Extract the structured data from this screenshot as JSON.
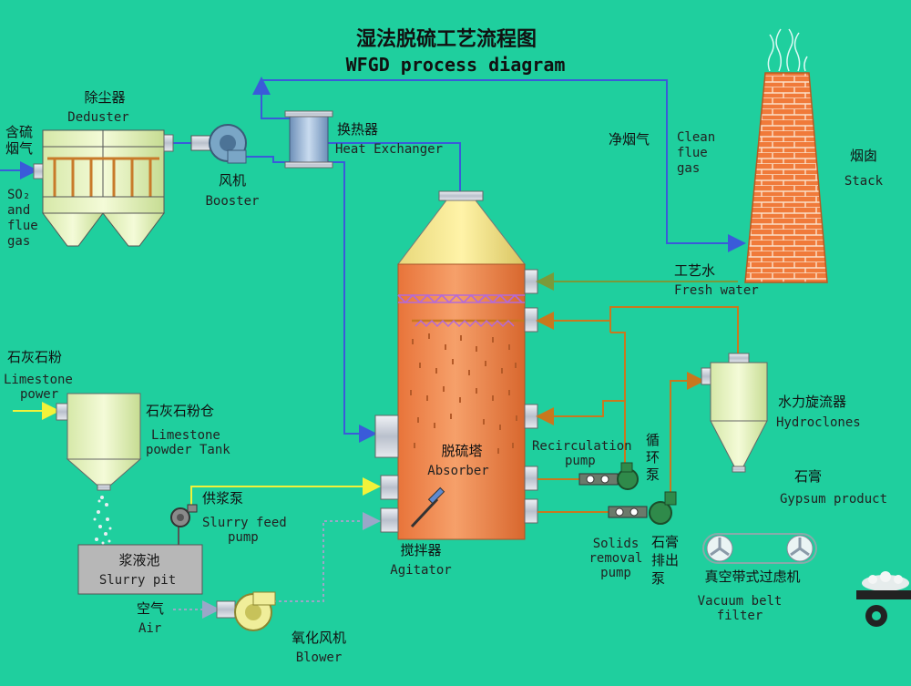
{
  "title": {
    "cn": "湿法脱硫工艺流程图",
    "en": "WFGD process diagram"
  },
  "labels": {
    "deduster_cn": "除尘器",
    "deduster_en": "Deduster",
    "flue_in_cn_1": "含硫",
    "flue_in_cn_2": "烟气",
    "flue_in_en_1": "SO₂",
    "flue_in_en_2": "and",
    "flue_in_en_3": "flue",
    "flue_in_en_4": "gas",
    "booster_cn": "风机",
    "booster_en": "Booster",
    "hx_cn": "换热器",
    "hx_en": "Heat Exchanger",
    "clean_cn": "净烟气",
    "clean_en_1": "Clean",
    "clean_en_2": "flue",
    "clean_en_3": "gas",
    "stack_cn": "烟囱",
    "stack_en": "Stack",
    "fresh_cn": "工艺水",
    "fresh_en": "Fresh water",
    "hydro_cn": "水力旋流器",
    "hydro_en": "Hydroclones",
    "gypsum_cn": "石膏",
    "gypsum_en": "Gypsum product",
    "recirc_en_1": "Recirculation",
    "recirc_en_2": "pump",
    "recirc_cn_1": "循",
    "recirc_cn_2": "环",
    "recirc_cn_3": "泵",
    "absorber_cn": "脱硫塔",
    "absorber_en": "Absorber",
    "agitator_cn": "搅拌器",
    "agitator_en": "Agitator",
    "solids_en_1": "Solids",
    "solids_en_2": "removal",
    "solids_en_3": "pump",
    "solids_cn_1": "石膏",
    "solids_cn_2": "排出",
    "solids_cn_3": "泵",
    "vacuum_cn": "真空带式过虑机",
    "vacuum_en_1": "Vacuum belt",
    "vacuum_en_2": "filter",
    "limestone_cn": "石灰石粉",
    "limestone_en_1": "Limestone",
    "limestone_en_2": "power",
    "tank_cn": "石灰石粉仓",
    "tank_en_1": "Limestone",
    "tank_en_2": "powder Tank",
    "feed_cn": "供浆泵",
    "feed_en_1": "Slurry feed",
    "feed_en_2": "pump",
    "pit_cn": "浆液池",
    "pit_en": "Slurry pit",
    "air_cn": "空气",
    "air_en": "Air",
    "blower_cn": "氧化风机",
    "blower_en": "Blower"
  },
  "colors": {
    "background": "#1fcf9e",
    "gas_line": "#3a5bd9",
    "slurry_line": "#c8781e",
    "water_line": "#7a9a3a",
    "feed_line": "#f2f23a",
    "air_line": "#9aa7c8",
    "absorber_body": "#f08a4a",
    "stack_brick": "#f07a3a"
  }
}
